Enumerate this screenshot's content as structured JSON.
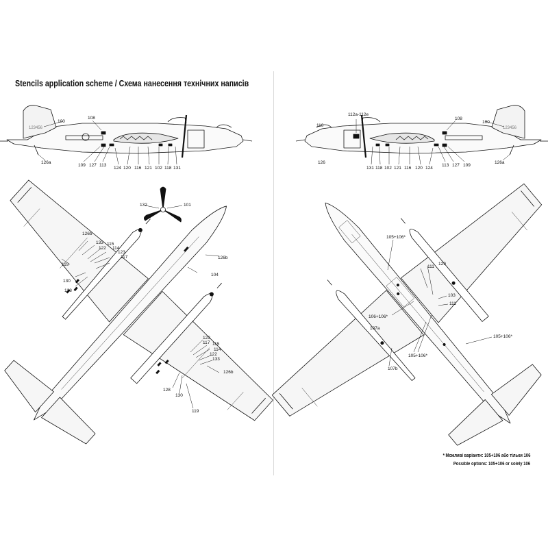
{
  "title": "Stencils application scheme / Схема нанесення технічних написів",
  "side_view_left": {
    "serial": "123456",
    "labels": [
      "100",
      "108",
      "126a",
      "109",
      "127",
      "113",
      "124",
      "120",
      "116",
      "121",
      "102",
      "118",
      "131"
    ]
  },
  "side_view_right": {
    "serial": "123456",
    "labels": [
      "112a-112e",
      "110",
      "108",
      "100",
      "126",
      "131",
      "118",
      "102",
      "121",
      "116",
      "120",
      "124",
      "113",
      "127",
      "109",
      "126a"
    ]
  },
  "propeller": {
    "labels": [
      "132",
      "101"
    ]
  },
  "top_view": {
    "labels": [
      "126b",
      "133",
      "115",
      "122",
      "114",
      "123",
      "117",
      "119",
      "130",
      "128",
      "126b",
      "104",
      "123",
      "117",
      "115",
      "114",
      "122",
      "133",
      "126b",
      "128",
      "130",
      "119"
    ]
  },
  "bottom_view": {
    "labels": [
      "105+106*",
      "129",
      "111",
      "103",
      "111",
      "106+106*",
      "107a",
      "105+106*",
      "107b",
      "105+106*"
    ]
  },
  "footnote": {
    "line1": "*  Можливі варіанти: 105+106 або тільки 106",
    "line2": "Possible options: 105+106 or solely 106"
  }
}
